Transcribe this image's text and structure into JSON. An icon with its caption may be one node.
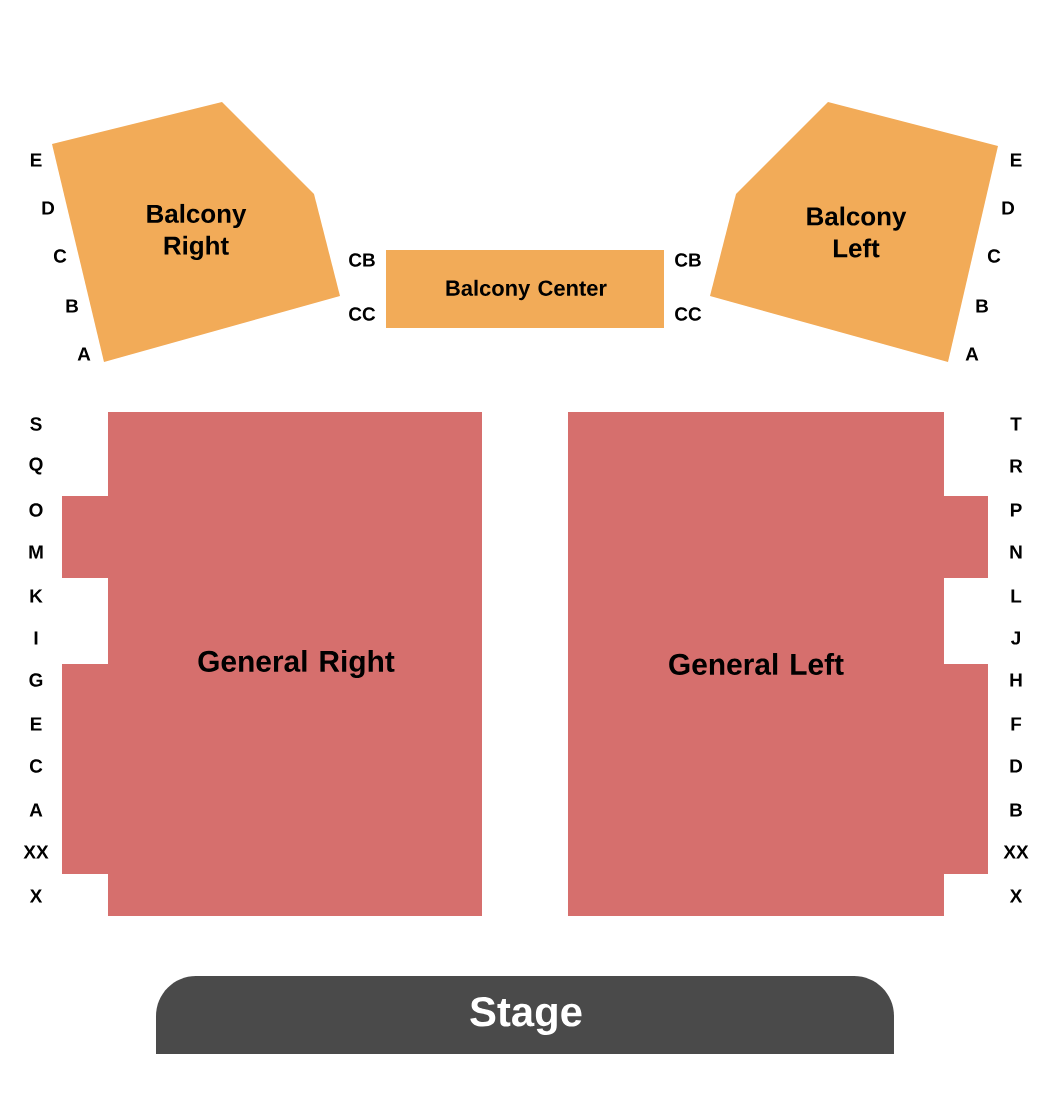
{
  "diagram": {
    "nodes": [
      {
        "text": [
          "Balcony Right"
        ]
      },
      {
        "text": [
          "Balcony Center"
        ]
      },
      {
        "text": [
          "Balcony Left"
        ]
      },
      {
        "text": [
          "General Right"
        ]
      },
      {
        "text": [
          "General Left"
        ]
      },
      {
        "text": [
          "Stage"
        ]
      }
    ],
    "labels": [
      "E",
      "D",
      "C",
      "B",
      "A",
      "CB",
      "CC",
      "CB",
      "CC",
      "E",
      "D",
      "C",
      "B",
      "A",
      "S",
      "Q",
      "O",
      "M",
      "K",
      "I",
      "G",
      "E",
      "C",
      "A",
      "XX",
      "X",
      "T",
      "R",
      "P",
      "N",
      "L",
      "J",
      "H",
      "F",
      "D",
      "B",
      "XX",
      "X"
    ]
  }
}
